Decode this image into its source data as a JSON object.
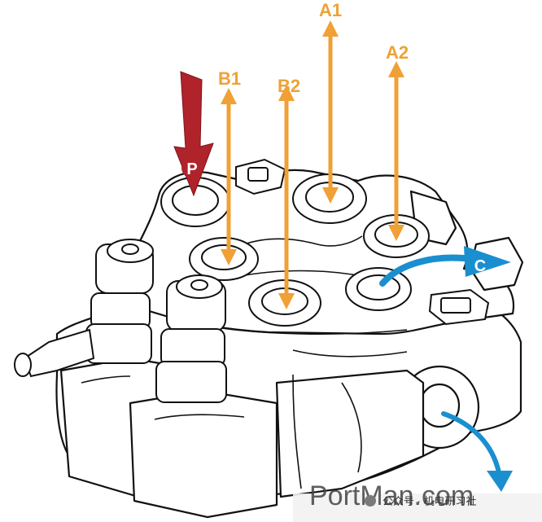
{
  "labels": {
    "p": "P",
    "b1": "B1",
    "b2": "B2",
    "a1": "A1",
    "a2": "A2",
    "c": "C"
  },
  "watermark": {
    "main": "PortMan.com",
    "sub": "公众号 · 机电研习社"
  },
  "colors": {
    "port_arrow": "#f0a035",
    "pressure_arrow": "#b0232a",
    "return_arrow": "#1a8fd0",
    "outline": "#111111",
    "body_fill": "#ffffff"
  }
}
